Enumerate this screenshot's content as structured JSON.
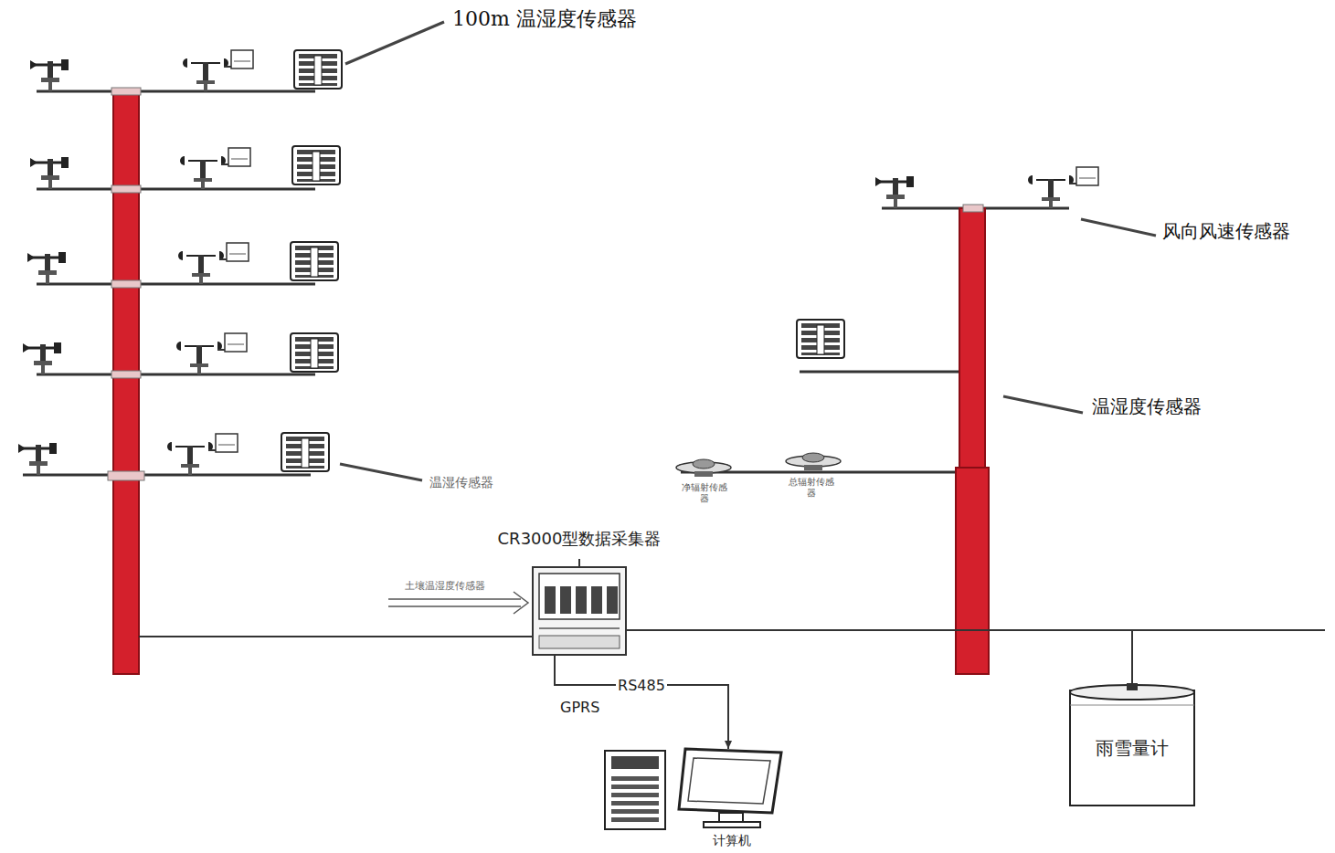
{
  "diagram": {
    "nodes": [
      {
        "text": [
          "CR3000型数据采集器"
        ]
      },
      {
        "text": [
          "计算机"
        ]
      },
      {
        "text": [
          "雨雪量计"
        ]
      }
    ],
    "edges": [
      {
        "from": 0,
        "to": 1,
        "arrow": "to",
        "label": "RS485"
      },
      {
        "from": 0,
        "to": 2,
        "arrow": "none"
      }
    ],
    "labels": [
      "100m 温湿度传感器",
      "风向风速传感器",
      "温湿度传感器",
      "温湿传感器",
      "净辐射传感器",
      "总辐射传感器",
      "土壤温湿度传感器",
      "GPRS"
    ]
  }
}
